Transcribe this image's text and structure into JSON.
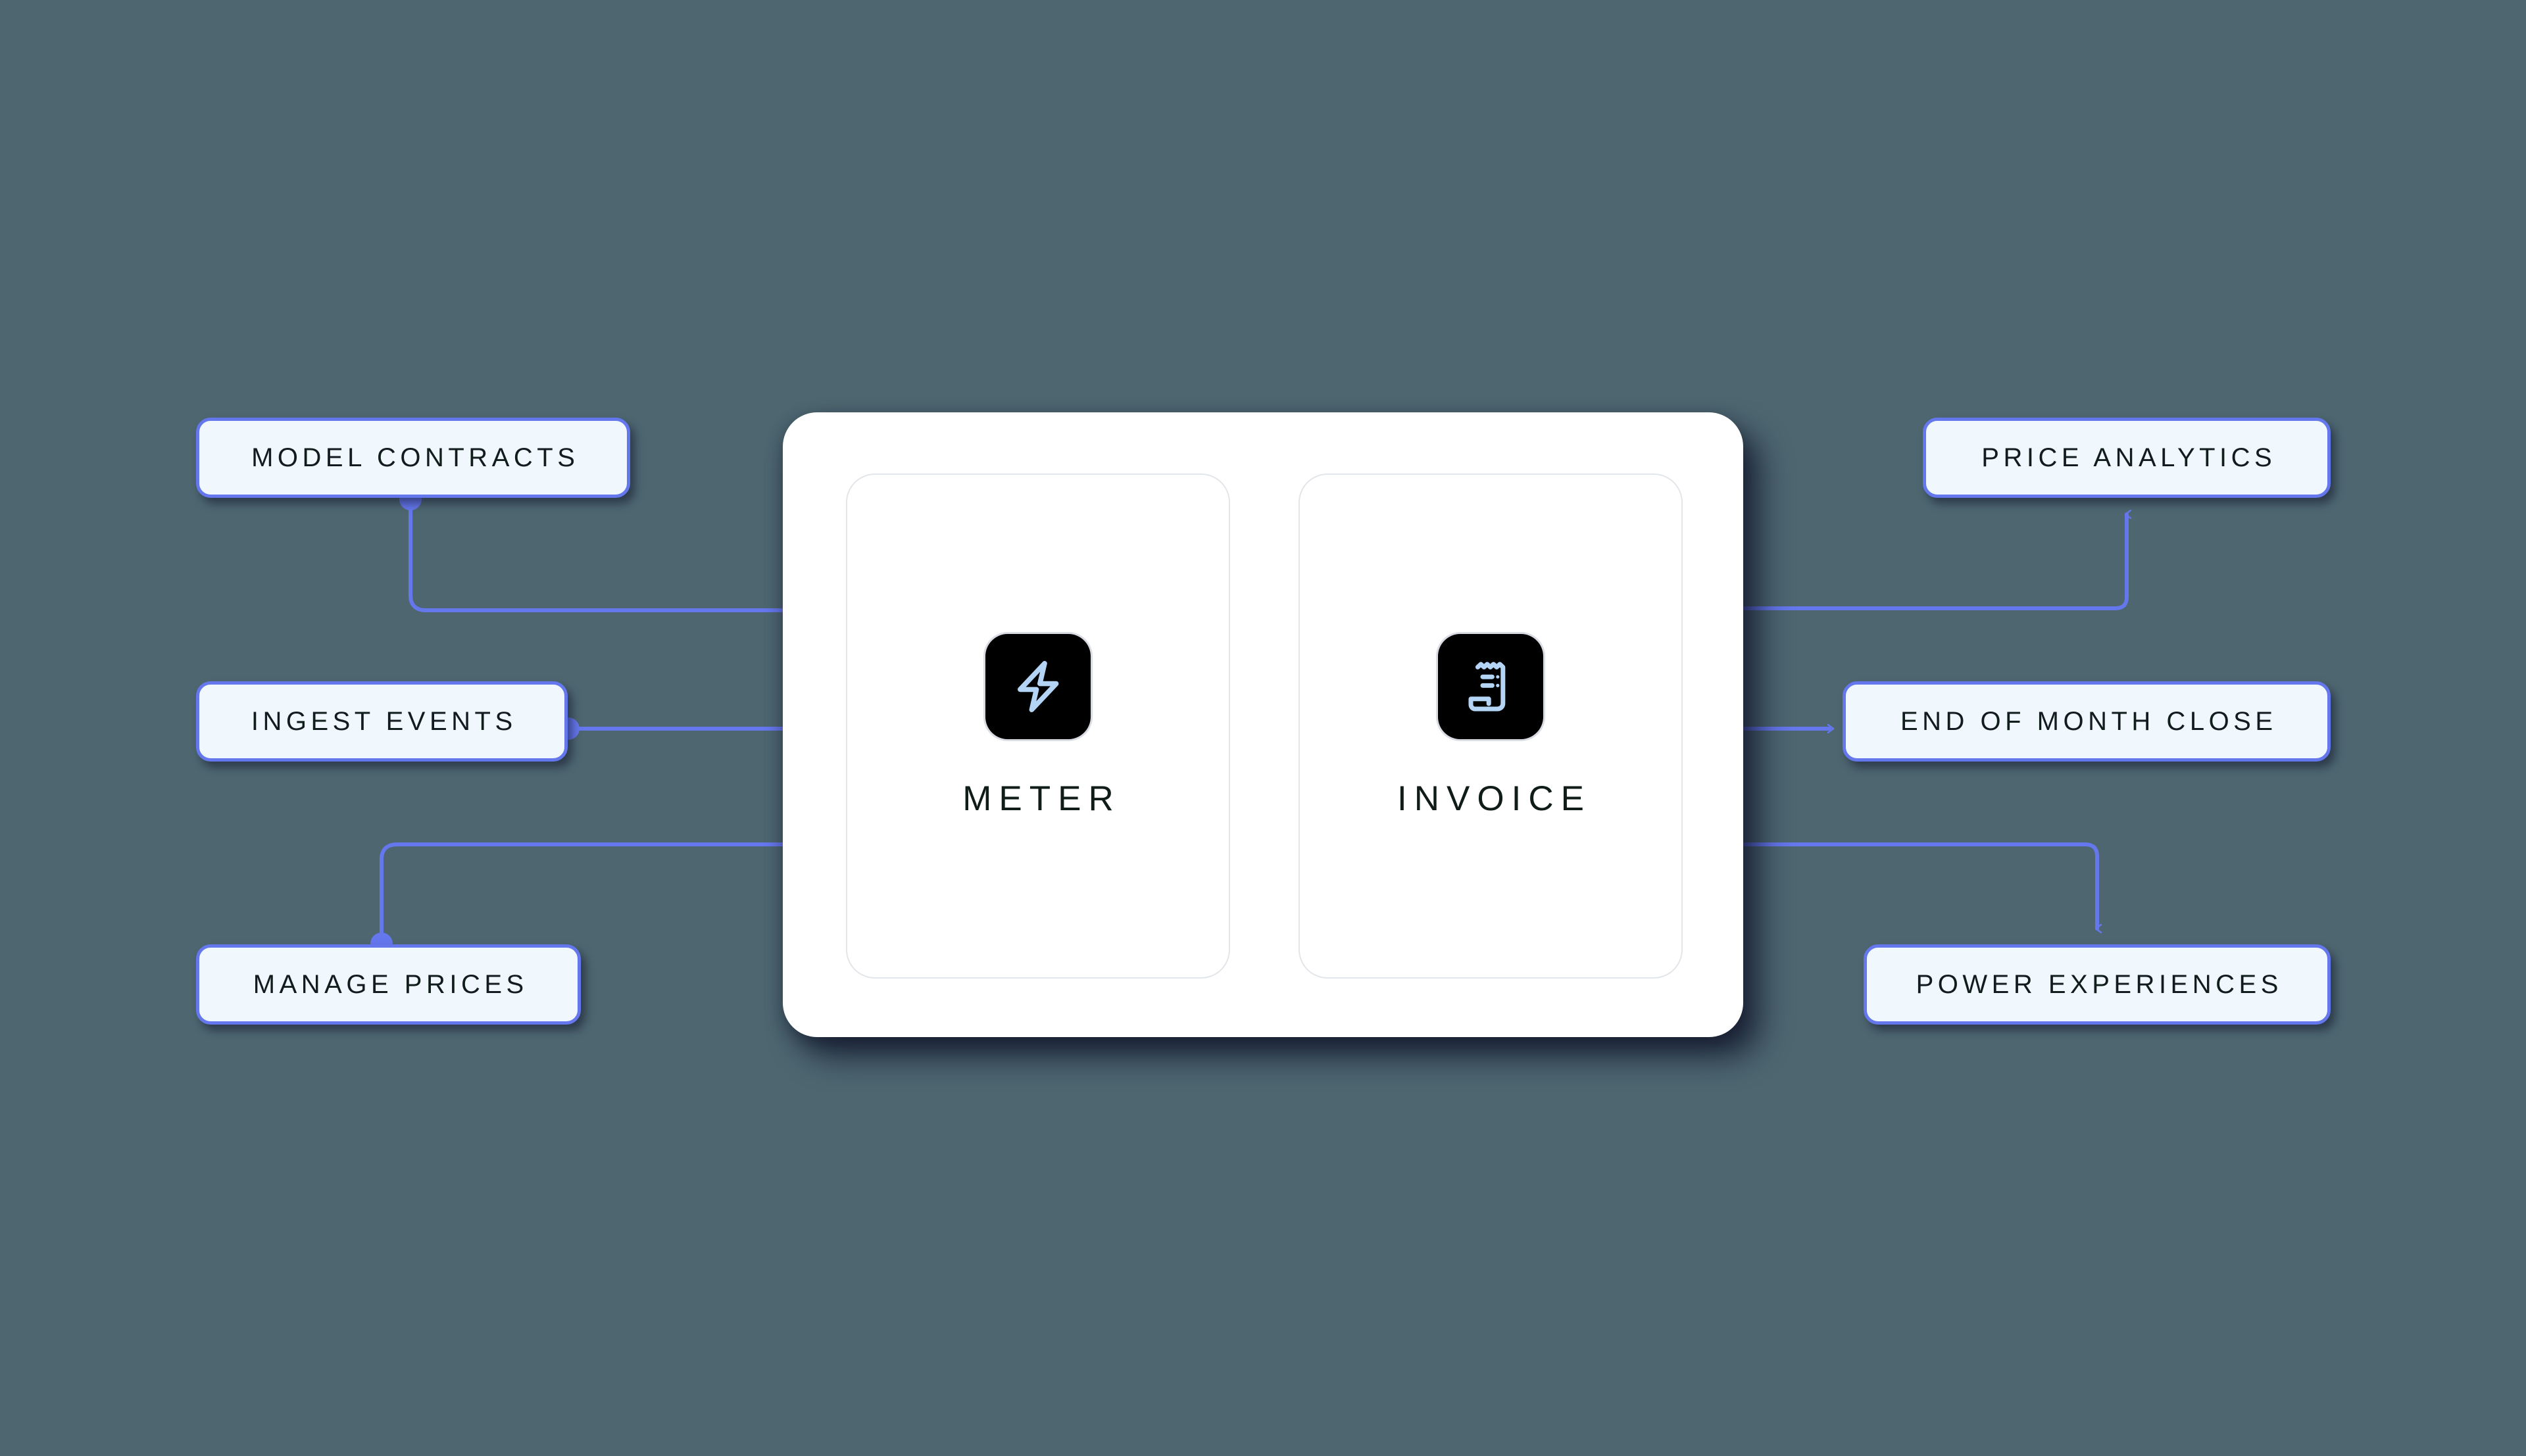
{
  "diagram": {
    "background_color": "#4d6670",
    "accent_color": "#6577ec",
    "chip_fill": "#f1f8fd",
    "chip_text_color": "#111c1c",
    "panel_color": "#ffffff",
    "icon_tile_color": "#000000",
    "icon_glyph_color": "#b3d4f5"
  },
  "inputs": [
    {
      "label": "MODEL CONTRACTS"
    },
    {
      "label": "INGEST EVENTS"
    },
    {
      "label": "MANAGE PRICES"
    }
  ],
  "core": {
    "cards": [
      {
        "label": "METER",
        "icon": "lightning-bolt-icon"
      },
      {
        "label": "INVOICE",
        "icon": "receipt-icon"
      }
    ]
  },
  "outputs": [
    {
      "label": "PRICE ANALYTICS"
    },
    {
      "label": "END OF MONTH CLOSE"
    },
    {
      "label": "POWER EXPERIENCES"
    }
  ]
}
